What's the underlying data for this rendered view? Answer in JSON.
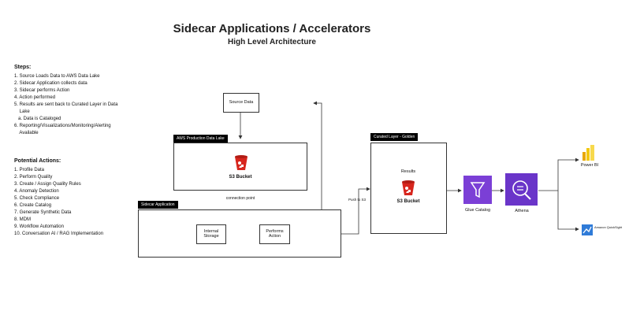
{
  "header": {
    "title": "Sidecar Applications / Accelerators",
    "subtitle": "High Level Architecture"
  },
  "steps": {
    "heading": "Steps:",
    "items": [
      "1. Source Loads Data to AWS Data Lake",
      "2. Sidecar Application collects data",
      "3. Sidecar performs Action",
      "4. Action performed",
      "5. Results are sent back to Curated Layer in Data",
      "    Lake",
      "   a. Data is Cataloged",
      "6. Reporting/Visualizations/Monitoring/Alerting",
      "    Available"
    ]
  },
  "actions": {
    "heading": "Potential Actions:",
    "items": [
      "1. Profile Data",
      "2. Perform Quality",
      "3. Create / Assign Quality Rules",
      "4. Anomaly Detection",
      "5. Check Compliance",
      "6. Create Catalog",
      "7. Generate Synthetic Data",
      "8. MDM",
      "9. Workflow Automation",
      "10. Conversation AI / RAG Implementation"
    ]
  },
  "diagram": {
    "source": "Source Data",
    "data_lake_label": "AWS Production Data Lake",
    "s3_bucket": "S3 Bucket",
    "connection_label": "connection point",
    "sidecar_label": "Sidecar Application",
    "internal_storage": "Internal Storage",
    "performs_action": "Performs Action",
    "push_label": "Push to S3",
    "curated_label": "Curated Layer - Golden",
    "results": "Results",
    "results_bucket": "S3 Bucket",
    "glue": "Glue Catalog",
    "athena": "Athena",
    "powerbi": "Power BI",
    "quicksight": "Amazon QuickSight"
  },
  "colors": {
    "s3_red": "#d7261e",
    "glue_purple": "#7b3fd6",
    "athena_purple": "#6a35c9",
    "powerbi_yellow": "#f2c811",
    "quicksight_blue": "#2f7bd8"
  }
}
